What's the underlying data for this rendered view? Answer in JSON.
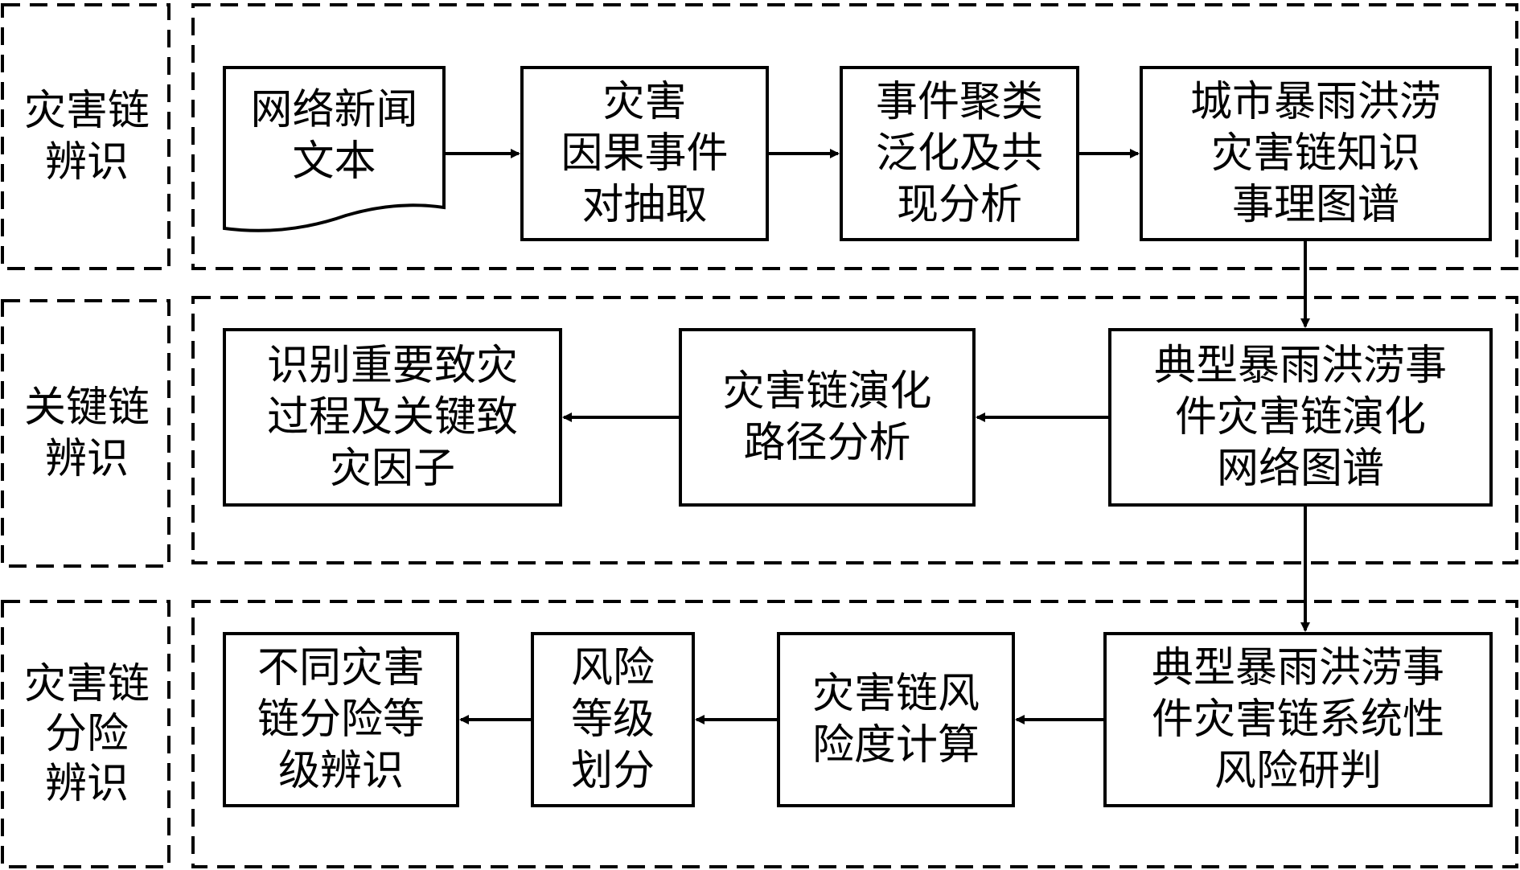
{
  "stages": [
    {
      "label_lines": [
        "灾害链",
        "辨识"
      ],
      "boxes": [
        {
          "lines": [
            "网络新闻",
            "文本"
          ]
        },
        {
          "lines": [
            "灾害",
            "因果事件",
            "对抽取"
          ]
        },
        {
          "lines": [
            "事件聚类",
            "泛化及共",
            "现分析"
          ]
        },
        {
          "lines": [
            "城市暴雨洪涝",
            "灾害链知识",
            "事理图谱"
          ]
        }
      ]
    },
    {
      "label_lines": [
        "关键链",
        "辨识"
      ],
      "boxes": [
        {
          "lines": [
            "典型暴雨洪涝事",
            "件灾害链演化",
            "网络图谱"
          ]
        },
        {
          "lines": [
            "灾害链演化",
            "路径分析"
          ]
        },
        {
          "lines": [
            "识别重要致灾",
            "过程及关键致",
            "灾因子"
          ]
        }
      ]
    },
    {
      "label_lines": [
        "灾害链",
        "分险",
        "辨识"
      ],
      "boxes": [
        {
          "lines": [
            "典型暴雨洪涝事",
            "件灾害链系统性",
            "风险研判"
          ]
        },
        {
          "lines": [
            "灾害链风",
            "险度计算"
          ]
        },
        {
          "lines": [
            "风险",
            "等级",
            "划分"
          ]
        },
        {
          "lines": [
            "不同灾害",
            "链分险等",
            "级辨识"
          ]
        }
      ]
    }
  ]
}
